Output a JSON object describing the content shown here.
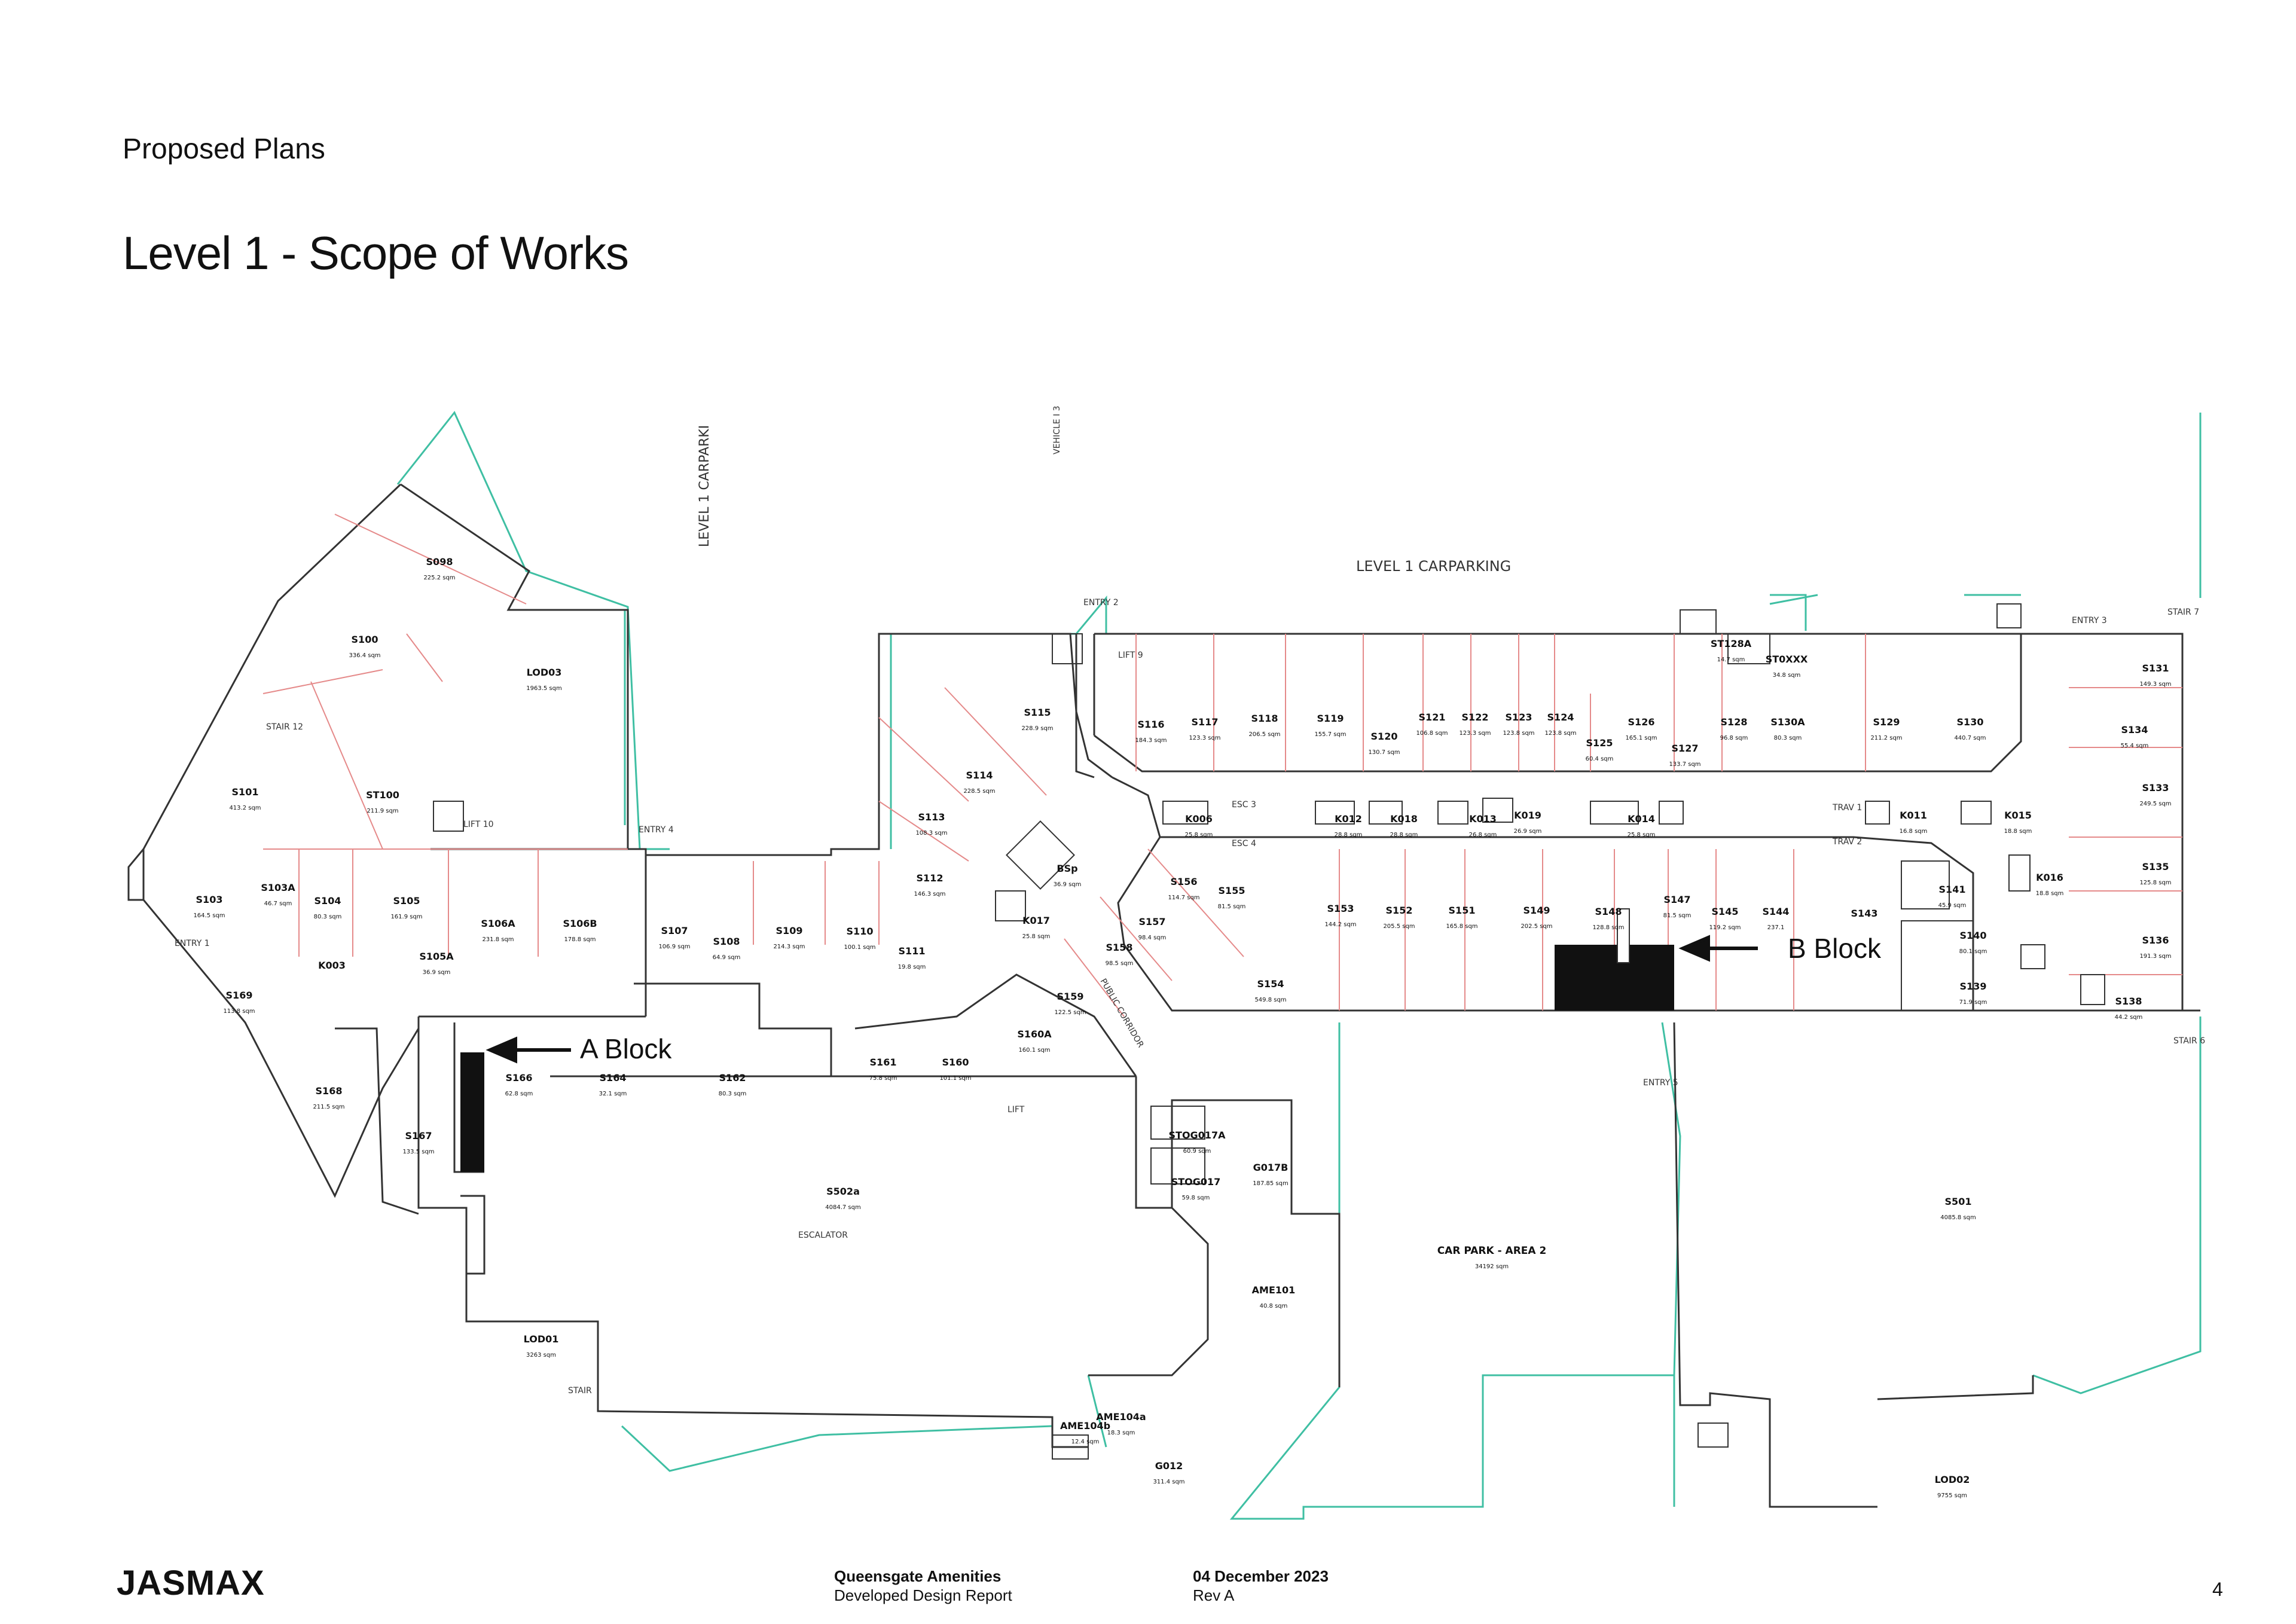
{
  "header": {
    "subtitle": "Proposed Plans",
    "title": "Level 1 - Scope of Works"
  },
  "callouts": [
    {
      "label": "A Block"
    },
    {
      "label": "B Block"
    }
  ],
  "plan_labels": {
    "carpark_vertical": "LEVEL 1 CARPARKI",
    "vehicle": "VEHICLE I 3",
    "carpark_main": "LEVEL 1 CARPARKING",
    "entries": [
      "ENTRY 1",
      "ENTRY 2",
      "ENTRY 3",
      "ENTRY 4",
      "ENTRY 5"
    ],
    "stairs": [
      "STAIR 12",
      "STAIR 7",
      "STAIR 6",
      "STAIR"
    ],
    "lifts": [
      "LIFT 9",
      "LIFT 10",
      "LIFT"
    ],
    "esc": [
      "ESC 3",
      "ESC 4",
      "TRAV 1",
      "TRAV 2",
      "ESCALATOR"
    ],
    "corridor": "PUBLIC CORRIDOR",
    "area2": "CAR PARK - AREA 2"
  },
  "rooms": [
    {
      "id": "S098",
      "area": "225.2 sqm"
    },
    {
      "id": "S100",
      "area": "336.4 sqm"
    },
    {
      "id": "LOD03",
      "area": "1963.5 sqm"
    },
    {
      "id": "S101",
      "area": "413.2 sqm"
    },
    {
      "id": "ST100",
      "area": "211.9 sqm"
    },
    {
      "id": "S103",
      "area": "164.5 sqm"
    },
    {
      "id": "S103A",
      "area": "46.7 sqm"
    },
    {
      "id": "S104",
      "area": "80.3 sqm"
    },
    {
      "id": "S105",
      "area": "161.9 sqm"
    },
    {
      "id": "S106A",
      "area": "231.8 sqm"
    },
    {
      "id": "S106B",
      "area": "178.8 sqm"
    },
    {
      "id": "S105A",
      "area": "36.9 sqm"
    },
    {
      "id": "S169",
      "area": "113.8 sqm"
    },
    {
      "id": "S168",
      "area": "211.5 sqm"
    },
    {
      "id": "S167",
      "area": "133.5 sqm"
    },
    {
      "id": "S166",
      "area": "62.8 sqm"
    },
    {
      "id": "S164",
      "area": "32.1 sqm"
    },
    {
      "id": "S162",
      "area": "80.3 sqm"
    },
    {
      "id": "S107",
      "area": "106.9 sqm"
    },
    {
      "id": "S108",
      "area": "64.9 sqm"
    },
    {
      "id": "S109",
      "area": "214.3 sqm"
    },
    {
      "id": "S110",
      "area": "100.1 sqm"
    },
    {
      "id": "S111",
      "area": "19.8 sqm"
    },
    {
      "id": "S112",
      "area": "146.3 sqm"
    },
    {
      "id": "S113",
      "area": "108.3 sqm"
    },
    {
      "id": "S114",
      "area": "228.5 sqm"
    },
    {
      "id": "S115",
      "area": "228.9 sqm"
    },
    {
      "id": "S116",
      "area": "184.3 sqm"
    },
    {
      "id": "S117",
      "area": "123.3 sqm"
    },
    {
      "id": "S118",
      "area": "206.5 sqm"
    },
    {
      "id": "S119",
      "area": "155.7 sqm"
    },
    {
      "id": "S120",
      "area": "130.7 sqm"
    },
    {
      "id": "S121",
      "area": "106.8 sqm"
    },
    {
      "id": "S122",
      "area": "123.3 sqm"
    },
    {
      "id": "S123",
      "area": "123.8 sqm"
    },
    {
      "id": "S124",
      "area": "123.8 sqm"
    },
    {
      "id": "S125",
      "area": "60.4 sqm"
    },
    {
      "id": "S126",
      "area": "165.1 sqm"
    },
    {
      "id": "S127",
      "area": "133.7 sqm"
    },
    {
      "id": "S128",
      "area": "96.8 sqm"
    },
    {
      "id": "ST128A",
      "area": "14.7 sqm"
    },
    {
      "id": "ST0XXX",
      "area": "34.8 sqm"
    },
    {
      "id": "S130A",
      "area": "80.3 sqm"
    },
    {
      "id": "S129",
      "area": "211.2 sqm"
    },
    {
      "id": "S130",
      "area": "440.7 sqm"
    },
    {
      "id": "S131",
      "area": "149.3 sqm"
    },
    {
      "id": "S134",
      "area": "55.4 sqm"
    },
    {
      "id": "S133",
      "area": "249.5 sqm"
    },
    {
      "id": "S135",
      "area": "125.8 sqm"
    },
    {
      "id": "S136",
      "area": "191.3 sqm"
    },
    {
      "id": "S138",
      "area": "44.2 sqm"
    },
    {
      "id": "S141",
      "area": "45.9 sqm"
    },
    {
      "id": "S140",
      "area": "80.1 sqm"
    },
    {
      "id": "S139",
      "area": "71.9 sqm"
    },
    {
      "id": "S143",
      "area": ""
    },
    {
      "id": "S144",
      "area": "237.1"
    },
    {
      "id": "S145",
      "area": "119.2 sqm"
    },
    {
      "id": "S147",
      "area": "81.5 sqm"
    },
    {
      "id": "S148",
      "area": "128.8 sqm"
    },
    {
      "id": "S149",
      "area": "202.5 sqm"
    },
    {
      "id": "S151",
      "area": "165.8 sqm"
    },
    {
      "id": "S152",
      "area": "205.5 sqm"
    },
    {
      "id": "S153",
      "area": "144.2 sqm"
    },
    {
      "id": "S154",
      "area": "549.8 sqm"
    },
    {
      "id": "S155",
      "area": "81.5 sqm"
    },
    {
      "id": "S156",
      "area": "114.7 sqm"
    },
    {
      "id": "S157",
      "area": "98.4 sqm"
    },
    {
      "id": "S158",
      "area": "98.5 sqm"
    },
    {
      "id": "S159",
      "area": "122.5 sqm"
    },
    {
      "id": "S160A",
      "area": "160.1 sqm"
    },
    {
      "id": "S160",
      "area": "101.1 sqm"
    },
    {
      "id": "S161",
      "area": "75.8 sqm"
    },
    {
      "id": "S502a",
      "area": "4084.7 sqm"
    },
    {
      "id": "STOG017A",
      "area": "60.9 sqm"
    },
    {
      "id": "STOG017",
      "area": "59.8 sqm"
    },
    {
      "id": "G017B",
      "area": "187.85 sqm"
    },
    {
      "id": "AME101",
      "area": "40.8 sqm"
    },
    {
      "id": "AME104a",
      "area": "18.3 sqm"
    },
    {
      "id": "AME104b",
      "area": "12.4 sqm"
    },
    {
      "id": "G012",
      "area": "311.4 sqm"
    },
    {
      "id": "LOD01",
      "area": "3263 sqm"
    },
    {
      "id": "S501",
      "area": "4085.8 sqm"
    },
    {
      "id": "LOD02",
      "area": "9755 sqm"
    },
    {
      "id": "BSp",
      "area": "36.9 sqm"
    },
    {
      "id": "K017",
      "area": "25.8 sqm"
    },
    {
      "id": "K006",
      "area": "25.8 sqm"
    },
    {
      "id": "K012",
      "area": "28.8 sqm"
    },
    {
      "id": "K018",
      "area": "28.8 sqm"
    },
    {
      "id": "K013",
      "area": "26.8 sqm"
    },
    {
      "id": "K019",
      "area": "26.9 sqm"
    },
    {
      "id": "K014",
      "area": "25.8 sqm"
    },
    {
      "id": "K011",
      "area": "16.8 sqm"
    },
    {
      "id": "K015",
      "area": "18.8 sqm"
    },
    {
      "id": "K016",
      "area": "18.8 sqm"
    },
    {
      "id": "K003",
      "area": ""
    },
    {
      "id": "CAR PARK - AREA 2",
      "area": "34192 sqm"
    }
  ],
  "footer": {
    "brand": "JASMAX",
    "project": "Queensgate Amenities",
    "report": "Developed Design Report",
    "date": "04 December 2023",
    "rev": "Rev A",
    "page": "4"
  },
  "colors": {
    "wall": "#333333",
    "tenancy_line": "#e58a8a",
    "boundary": "#3fbfa3",
    "scope_fill": "#111111"
  }
}
